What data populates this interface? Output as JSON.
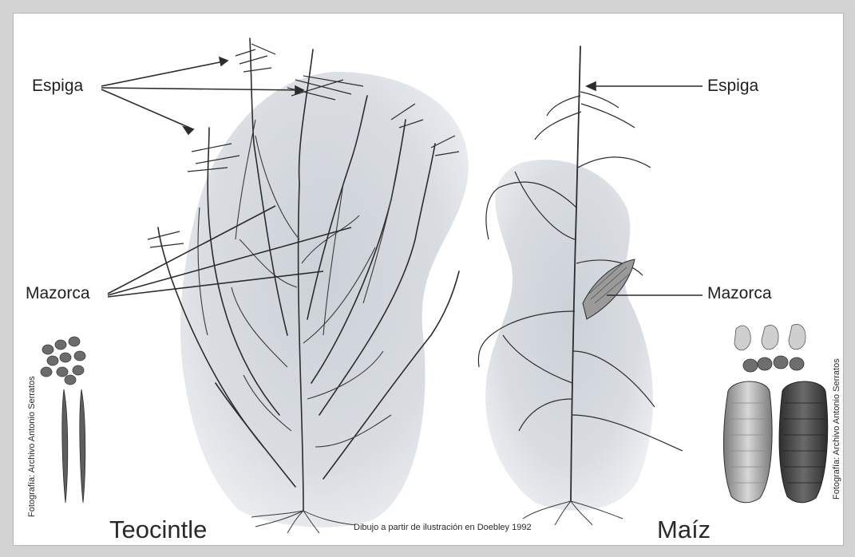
{
  "labels": {
    "teo_espiga": "Espiga",
    "teo_mazorca": "Mazorca",
    "maiz_espiga": "Espiga",
    "maiz_mazorca": "Mazorca"
  },
  "titles": {
    "teocintle": "Teocintle",
    "maiz": "Maíz"
  },
  "credits": {
    "drawing": "Dibujo a partir de ilustración en Doebley 1992",
    "photo_left": "Fotografía: Archivo Antonio Serratos",
    "photo_right": "Fotografía: Archivo Antonio Serratos"
  },
  "colors": {
    "shadow": "#c9cdd3",
    "line": "#2c2c2c",
    "kernel_dark": "#4a4a4a",
    "kernel_light": "#c8c8c8"
  }
}
